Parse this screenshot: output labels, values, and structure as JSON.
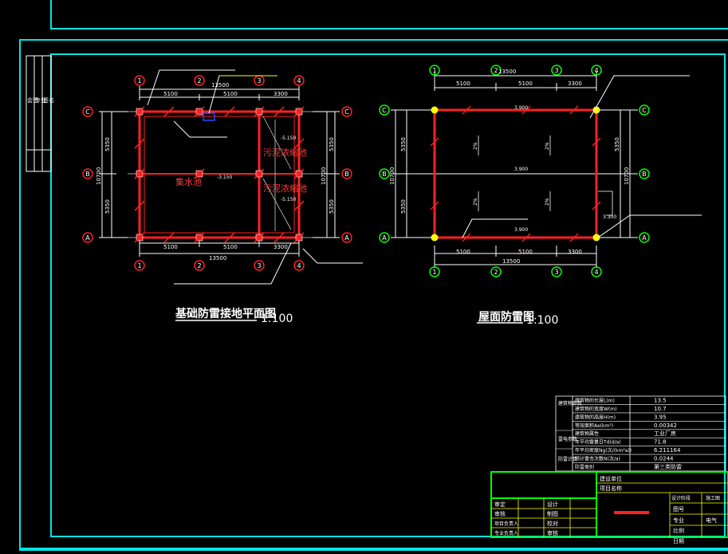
{
  "colors": {
    "background": "#000000",
    "frame": "#00ffff",
    "wall": "#ff2020",
    "text": "#ffffff",
    "grid_bubble": "#ff2020",
    "roof_bubble": "#00ff00",
    "title_block": "#00ff00",
    "leader": "#ffffff",
    "yellow": "#ffff00"
  },
  "plan_left": {
    "title": "基础防雷接地平面图",
    "scale": "1:100",
    "overall_dim": "13500",
    "bay_dims": [
      "5100",
      "5100",
      "3300"
    ],
    "side_overall": "10700",
    "side_bays": [
      "5350",
      "5350"
    ],
    "axes_x": [
      "1",
      "2",
      "3",
      "4"
    ],
    "axes_y": [
      "C",
      "B",
      "A"
    ],
    "rooms": [
      "污泥浓缩池",
      "集水池",
      "污泥浓缩池"
    ],
    "levels": [
      "-5.150",
      "-3.150",
      "-5.150"
    ]
  },
  "plan_right": {
    "title": "屋面防雷图",
    "scale": "1:100",
    "overall_dim": "13500",
    "bay_dims": [
      "5100",
      "5100",
      "3300"
    ],
    "side_overall": "10700",
    "side_bays": [
      "5350",
      "5350"
    ],
    "axes_x": [
      "1",
      "2",
      "3",
      "4"
    ],
    "axes_y": [
      "C",
      "B",
      "A"
    ],
    "levels": [
      "3.900",
      "3.900",
      "3.300",
      "3.900"
    ],
    "slopes": [
      "2%",
      "2%",
      "2%",
      "2%"
    ]
  },
  "info_table": {
    "rows": [
      {
        "label": "建筑物的长度L(m)",
        "value": "13.5"
      },
      {
        "label": "建筑物的宽度W(m)",
        "value": "10.7"
      },
      {
        "label": "建筑物的高度H(m)",
        "value": "3.95"
      },
      {
        "label": "等效面积Ae(km²)",
        "value": "0.00342"
      },
      {
        "label": "建筑物属性",
        "value": "工业厂房"
      },
      {
        "label": "年平均雷暴日Td(d/a)",
        "value": "71.8"
      },
      {
        "label": "年平均密度Ng(次/(km²a))",
        "value": "6.211164"
      },
      {
        "label": "预计雷击次数N(次/a)",
        "value": "0.0244"
      },
      {
        "label": "防雷类别",
        "value": "第三类防雷"
      }
    ],
    "groups": [
      "建筑物参数",
      "雷电参数",
      "防雷计算"
    ]
  },
  "title_block": {
    "project": "建设单位",
    "project_name": "项目名称",
    "drawing_category": "设计阶段",
    "stage": "施工图",
    "drawing_no_label": "图号",
    "discipline_label": "专业",
    "discipline": "电气",
    "scale_label": "比例",
    "date_label": "日期",
    "roles": [
      "审定",
      "审核",
      "项目负责人",
      "专业负责人"
    ],
    "roles2": [
      "设计",
      "制图",
      "校对",
      "审核"
    ]
  },
  "side_strip": {
    "labels": [
      "会签",
      "专业",
      "签名"
    ]
  }
}
